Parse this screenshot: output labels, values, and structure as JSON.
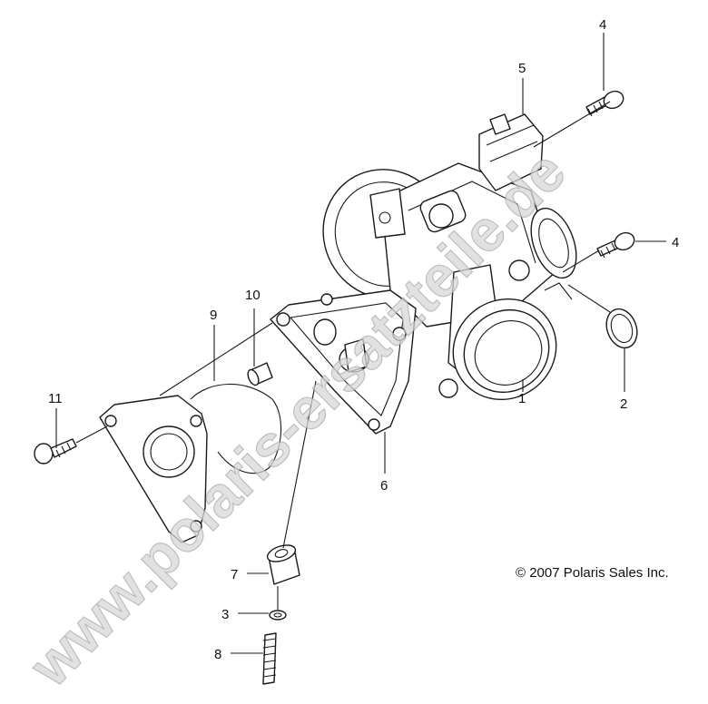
{
  "watermark": "www.polaris-ersatzteile.de",
  "copyright": "© 2007 Polaris Sales Inc.",
  "callouts": {
    "c1": "1",
    "c2": "2",
    "c3": "3",
    "c4a": "4",
    "c4b": "4",
    "c5": "5",
    "c6": "6",
    "c7": "7",
    "c8": "8",
    "c9": "9",
    "c10": "10",
    "c11": "11"
  }
}
